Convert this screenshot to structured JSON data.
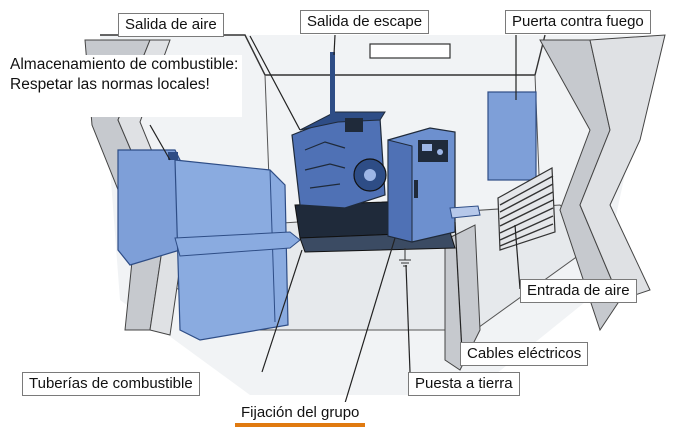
{
  "labels": {
    "salida_aire": "Salida de aire",
    "salida_escape": "Salida de escape",
    "puerta_fuego": "Puerta contra fuego",
    "almacenamiento": "Almacenamiento de combustible: Respetar las normas locales!",
    "entrada_aire": "Entrada de aire",
    "cables": "Cables eléctricos",
    "tuberias": "Tuberías de combustible",
    "puesta_tierra": "Puesta a tierra",
    "fijacion": "Fijación del grupo"
  },
  "colors": {
    "equipment_blue": "#7e9fd8",
    "equipment_dark": "#2e4d86",
    "wall_gray": "#c6c9ce",
    "room_fill": "#f1f3f5",
    "line": "#222222",
    "accent_orange": "#e07a10"
  }
}
